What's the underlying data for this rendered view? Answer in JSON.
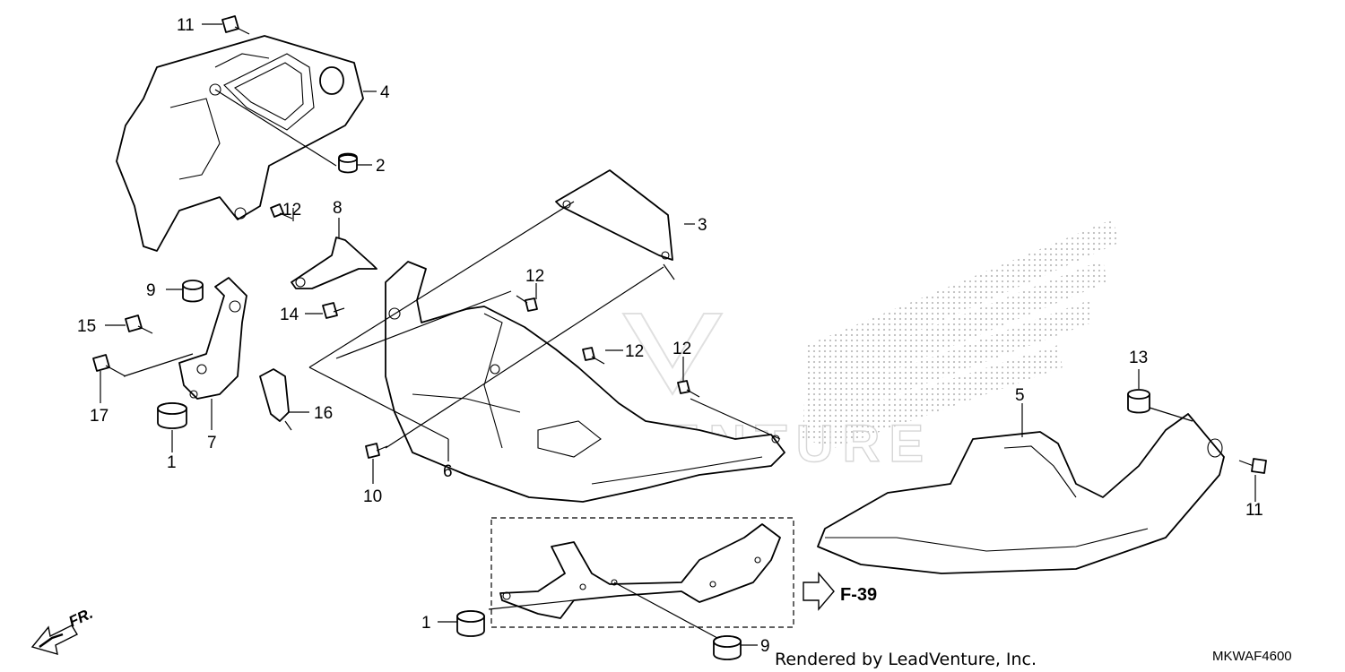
{
  "diagram": {
    "callouts": {
      "p1a": "1",
      "p1b": "1",
      "p2": "2",
      "p3": "3",
      "p4": "4",
      "p5": "5",
      "p6": "6",
      "p7": "7",
      "p8": "8",
      "p9a": "9",
      "p9b": "9",
      "p10": "10",
      "p11a": "11",
      "p11b": "11",
      "p12a": "12",
      "p12b": "12",
      "p12c": "12",
      "p12d": "12",
      "p13": "13",
      "p14": "14",
      "p15": "15",
      "p16": "16",
      "p17": "17"
    },
    "reference_page": "F-39",
    "direction_label": "FR.",
    "watermark": "LEADVENTURE",
    "credit": "Rendered by LeadVenture, Inc.",
    "diagram_code": "MKWAF4600"
  }
}
